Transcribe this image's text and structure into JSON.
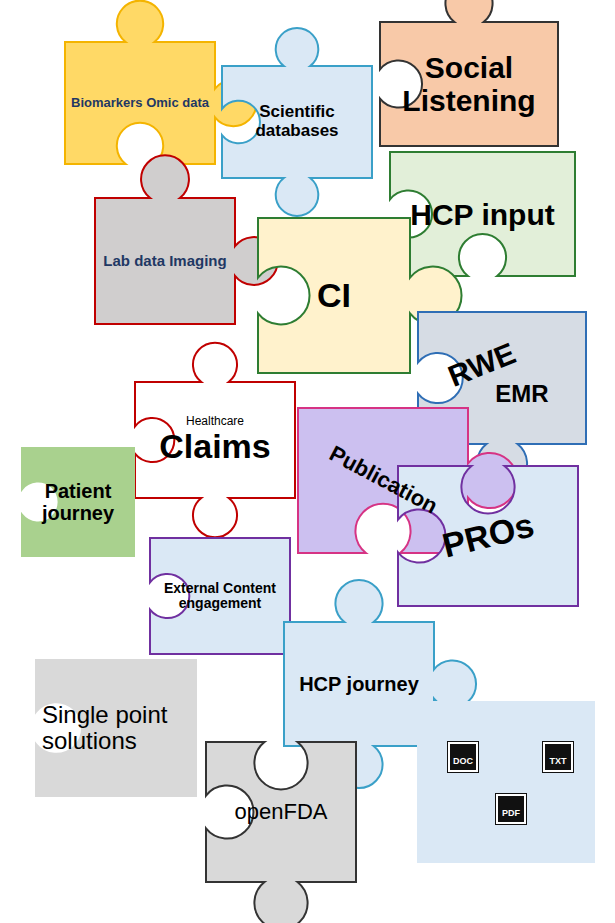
{
  "diagram": {
    "nodes": [
      {
        "text": [
          "Biomarkers Omic data"
        ]
      },
      {
        "text": [
          "Scientific databases"
        ]
      },
      {
        "text": [
          "Social Listening"
        ]
      },
      {
        "text": [
          "HCP input"
        ]
      },
      {
        "text": [
          "Lab data Imaging"
        ]
      },
      {
        "text": [
          "CI"
        ]
      },
      {
        "text": [
          "RWE",
          "EMR"
        ]
      },
      {
        "text": [
          "Healthcare",
          "Claims"
        ]
      },
      {
        "text": [
          "Patient journey"
        ]
      },
      {
        "text": [
          "Publication"
        ]
      },
      {
        "text": [
          "PROs"
        ]
      },
      {
        "text": [
          "External Content engagement"
        ]
      },
      {
        "text": [
          "HCP journey"
        ]
      },
      {
        "text": [
          "Single point solutions"
        ]
      },
      {
        "text": [
          "openFDA"
        ]
      },
      {
        "text": [
          "DOC",
          "TXT",
          "PDF"
        ]
      }
    ]
  }
}
